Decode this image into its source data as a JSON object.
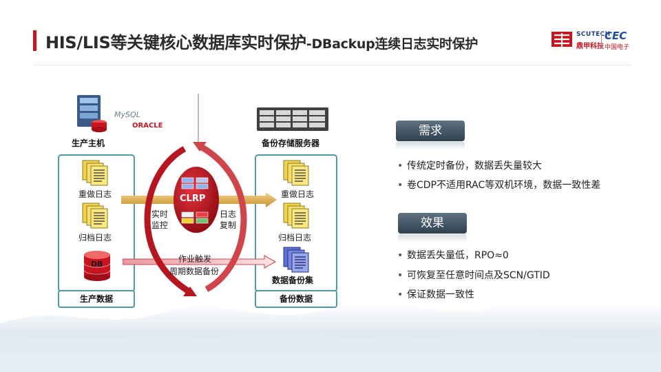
{
  "header": {
    "title_main": "HIS/LIS等关键核心数据库实时保护",
    "title_sub": "-DBackup连续日志实时保护",
    "logo1_en": "SCUTECH",
    "logo1_cn": "鼎甲科技",
    "logo2_en": "CEC",
    "logo2_cn": "中国电子"
  },
  "diagram": {
    "mysql_logo": "MySQL",
    "oracle_logo": "ORACLE",
    "prod_host_label": "生产主机",
    "backup_server_label": "备份存储服务器",
    "redo_log_left": "重做日志",
    "archive_log_left": "归档日志",
    "db_icon_text": "DB",
    "prod_data_label": "生产数据",
    "clrp_label": "CLRP",
    "realtime_monitor": "实时\n监控",
    "log_replicate": "日志\n复制",
    "job_trigger": "作业触发",
    "periodic_backup": "周期数据备份",
    "redo_log_right": "重做日志",
    "archive_log_right": "归档日志",
    "backup_set": "数据备份集",
    "backup_data_label": "备份数据"
  },
  "requirements": {
    "heading": "需求",
    "items": [
      "传统定时备份，数据丢失量较大",
      "卷CDP不适用RAC等双机环境，数据一致性差"
    ]
  },
  "effects": {
    "heading": "效果",
    "items": [
      "数据丢失量低，RPO≈0",
      "可恢复至任意时间点及SCN/GTID",
      "保证数据一致性"
    ]
  },
  "colors": {
    "accent_red": "#c8141e",
    "panel_border": "#4b9aa8",
    "tab_dark": "#3a4d5c"
  }
}
